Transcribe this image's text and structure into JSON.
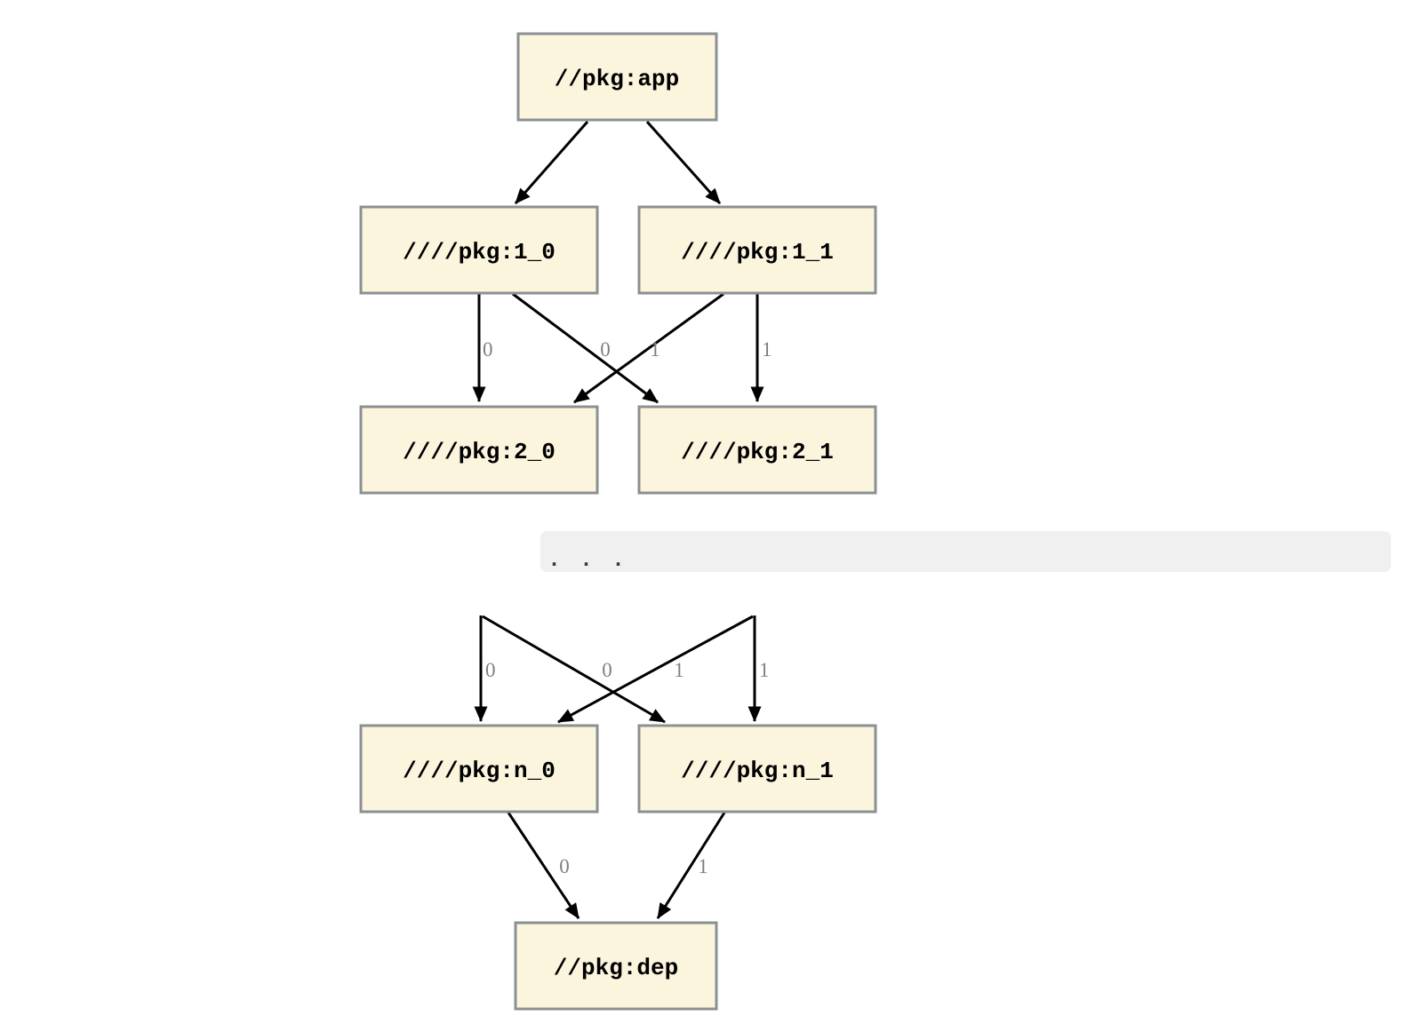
{
  "diagram": {
    "kind": "dependency-graph",
    "nodes": [
      {
        "id": "app",
        "label": "//pkg:app"
      },
      {
        "id": "1_0",
        "label": "////pkg:1_0"
      },
      {
        "id": "1_1",
        "label": "////pkg:1_1"
      },
      {
        "id": "2_0",
        "label": "////pkg:2_0"
      },
      {
        "id": "2_1",
        "label": "////pkg:2_1"
      },
      {
        "id": "n_0",
        "label": "////pkg:n_0"
      },
      {
        "id": "n_1",
        "label": "////pkg:n_1"
      },
      {
        "id": "dep",
        "label": "//pkg:dep"
      }
    ],
    "ellipsis_text": ". . .",
    "edges": [
      {
        "from": "app",
        "to": "1_0",
        "label": ""
      },
      {
        "from": "app",
        "to": "1_1",
        "label": ""
      },
      {
        "from": "1_0",
        "to": "2_0",
        "label": "0"
      },
      {
        "from": "1_0",
        "to": "2_1",
        "label": "0"
      },
      {
        "from": "1_1",
        "to": "2_0",
        "label": "1"
      },
      {
        "from": "1_1",
        "to": "2_1",
        "label": "1"
      },
      {
        "from": "...",
        "to": "n_0",
        "label": "0"
      },
      {
        "from": "...",
        "to": "n_1",
        "label": "0"
      },
      {
        "from": "...",
        "to": "n_0",
        "label": "1"
      },
      {
        "from": "...",
        "to": "n_1",
        "label": "1"
      },
      {
        "from": "n_0",
        "to": "dep",
        "label": "0"
      },
      {
        "from": "n_1",
        "to": "dep",
        "label": "1"
      }
    ],
    "colors": {
      "node_fill": "#FCF5DE",
      "node_border": "#8B9092",
      "edge_line": "#000000",
      "edge_label": "#7F7F7F",
      "band_fill": "#F0F0F0",
      "band_text": "#3A3A3A",
      "background": "#FFFFFF"
    }
  }
}
